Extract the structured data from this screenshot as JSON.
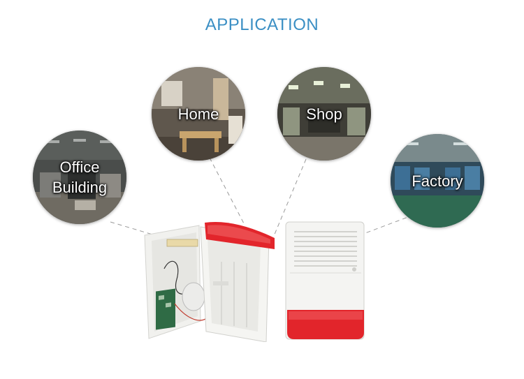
{
  "heading": "APPLICATION",
  "scenes": {
    "office": {
      "line1": "Office",
      "line2": "Building",
      "icon": "office-building-photo"
    },
    "home": {
      "label": "Home",
      "icon": "home-interior-photo"
    },
    "shop": {
      "label": "Shop",
      "icon": "shop-interior-photo"
    },
    "factory": {
      "label": "Factory",
      "icon": "factory-floor-photo"
    }
  },
  "products": {
    "open_unit": "siren-open-housing",
    "closed_unit": "siren-closed-housing"
  },
  "colors": {
    "heading": "#3b8fc4",
    "siren_red": "#e2252b",
    "housing_white": "#f4f4f2",
    "connector": "#9a9a9a"
  }
}
